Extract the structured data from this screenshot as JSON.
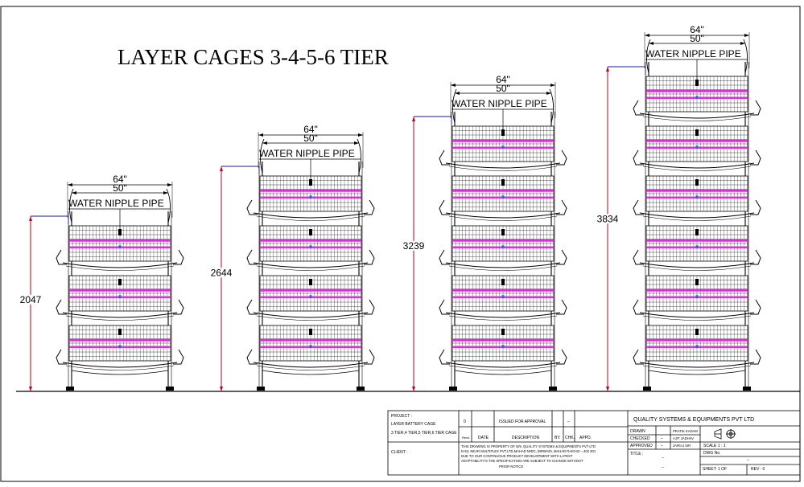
{
  "drawing": {
    "title": "LAYER CAGES 3-4-5-6 TIER",
    "colors": {
      "line": "#000000",
      "nipple_pipe": "#d633d6",
      "dimension": "#c0001a",
      "leader": "#1a1a8c",
      "nipple": "#2266ff"
    }
  },
  "units": [
    {
      "id": "3-tier",
      "tiers": 3,
      "width_outer": "64\"",
      "width_inner": "50\"",
      "pipe_label": "WATER NIPPLE PIPE",
      "height": "2047"
    },
    {
      "id": "4-tier",
      "tiers": 4,
      "width_outer": "64\"",
      "width_inner": "50\"",
      "pipe_label": "WATER NIPPLE PIPE",
      "height": "2644"
    },
    {
      "id": "5-tier",
      "tiers": 5,
      "width_outer": "64\"",
      "width_inner": "50\"",
      "pipe_label": "WATER NIPPLE PIPE",
      "height": "3239"
    },
    {
      "id": "6-tier",
      "tiers": 6,
      "width_outer": "64\"",
      "width_inner": "50\"",
      "pipe_label": "WATER NIPPLE PIPE",
      "height": "3834"
    }
  ],
  "title_block": {
    "project_label": "PROJECT :",
    "project_line1": "LAYER BATTERY CAGE",
    "project_line2": "3 TIER,4 TIER,5 TIER,6 TIER CAGE",
    "client_label": "CLIENT :",
    "rev_no": "0",
    "rev_desc": "ISSUED FOR APPROVAL",
    "rev_by": "",
    "rev_dash": "–",
    "hdr_rev": "Rev#",
    "hdr_date": "DATE",
    "hdr_desc": "DESCRIPTION",
    "hdr_by": "BY.",
    "hdr_chk": "CHK.",
    "hdr_appd": "APPD.",
    "notice_1": "THIS DRAWING IS PROPERTY OF M/s. QUALITY SYSTEMS & EQUIPMENTS PVT LTD",
    "notice_2": "D-53, NEAR MULTIFLEX PVT.LTD,MAHAD MIDC, BIRWADI, MAHAD RAIGAD – 402 301",
    "notice_3": "DUE TO OUR CONTINUOUS PRODUCT DEVELOPMENT WITH LATEST",
    "notice_4": "ADAPTABILITY'S THE SPECIFICATION ARE SUBJECT TO CHANGE WITHOUT",
    "notice_5": "PRIOR NOTICE",
    "company": "QUALITY SYSTEMS & EQUIPMENTS PVT LTD",
    "drawn_label": "DRAWN",
    "drawn_by": "PRATIK KADAM",
    "checked_label": "CHECKED",
    "checked_dash": "–",
    "checked_by": "AJIT JADHAV",
    "approved_label": "APPROVED",
    "approved_dash": "–",
    "approved_by": "JAIRAJ SIR",
    "scale": "SCALE 1 : 1",
    "title_label": "TITLE :",
    "title_dash1": "–",
    "title_dash2": "–",
    "dwg_label": "DWG No.",
    "dwg_dash": "–",
    "sheet": "SHEET: 1 OF",
    "rev": "REV : 0"
  }
}
